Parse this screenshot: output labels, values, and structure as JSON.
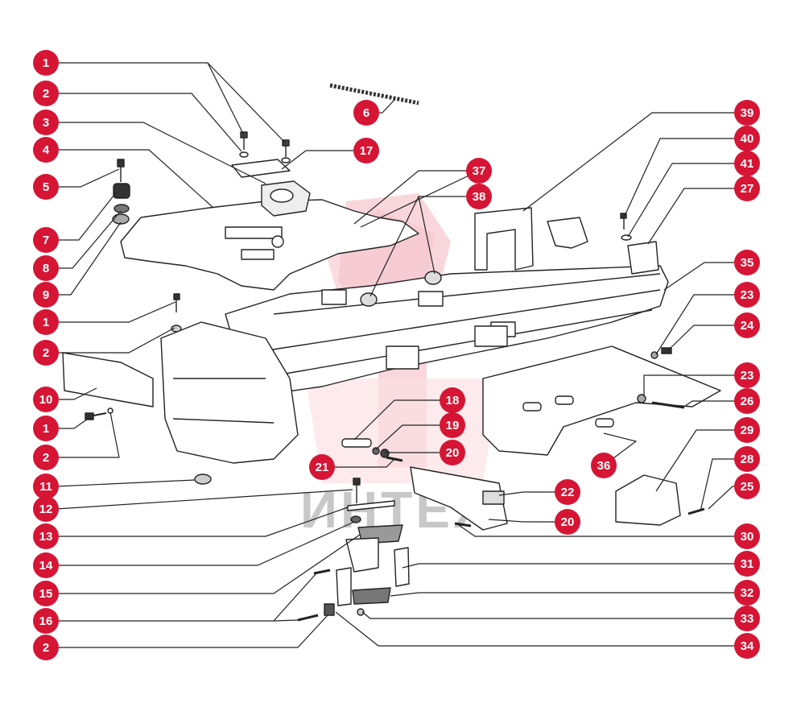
{
  "diagram": {
    "watermark_text": "ИНТЕХ",
    "badge_color": "#d61535",
    "line_color": "#222222",
    "callouts": [
      {
        "id": "c-1a",
        "label": "1",
        "side": "left"
      },
      {
        "id": "c-2a",
        "label": "2",
        "side": "left"
      },
      {
        "id": "c-3",
        "label": "3",
        "side": "left"
      },
      {
        "id": "c-4",
        "label": "4",
        "side": "left"
      },
      {
        "id": "c-5",
        "label": "5",
        "side": "left"
      },
      {
        "id": "c-6",
        "label": "6",
        "side": "inner"
      },
      {
        "id": "c-17",
        "label": "17",
        "side": "inner"
      },
      {
        "id": "c-37",
        "label": "37",
        "side": "inner"
      },
      {
        "id": "c-38",
        "label": "38",
        "side": "inner"
      },
      {
        "id": "c-7",
        "label": "7",
        "side": "left"
      },
      {
        "id": "c-8",
        "label": "8",
        "side": "left"
      },
      {
        "id": "c-9",
        "label": "9",
        "side": "left"
      },
      {
        "id": "c-1b",
        "label": "1",
        "side": "left"
      },
      {
        "id": "c-2b",
        "label": "2",
        "side": "left"
      },
      {
        "id": "c-10",
        "label": "10",
        "side": "left"
      },
      {
        "id": "c-1c",
        "label": "1",
        "side": "left"
      },
      {
        "id": "c-2c",
        "label": "2",
        "side": "left"
      },
      {
        "id": "c-11",
        "label": "11",
        "side": "left"
      },
      {
        "id": "c-12",
        "label": "12",
        "side": "left"
      },
      {
        "id": "c-13",
        "label": "13",
        "side": "left"
      },
      {
        "id": "c-14",
        "label": "14",
        "side": "left"
      },
      {
        "id": "c-15",
        "label": "15",
        "side": "left"
      },
      {
        "id": "c-16",
        "label": "16",
        "side": "left"
      },
      {
        "id": "c-2d",
        "label": "2",
        "side": "left"
      },
      {
        "id": "c-18",
        "label": "18",
        "side": "inner"
      },
      {
        "id": "c-19",
        "label": "19",
        "side": "inner"
      },
      {
        "id": "c-20a",
        "label": "20",
        "side": "inner"
      },
      {
        "id": "c-21",
        "label": "21",
        "side": "inner"
      },
      {
        "id": "c-22",
        "label": "22",
        "side": "inner"
      },
      {
        "id": "c-20b",
        "label": "20",
        "side": "inner"
      },
      {
        "id": "c-36",
        "label": "36",
        "side": "inner"
      },
      {
        "id": "c-39",
        "label": "39",
        "side": "right"
      },
      {
        "id": "c-40",
        "label": "40",
        "side": "right"
      },
      {
        "id": "c-41",
        "label": "41",
        "side": "right"
      },
      {
        "id": "c-27",
        "label": "27",
        "side": "right"
      },
      {
        "id": "c-35",
        "label": "35",
        "side": "right"
      },
      {
        "id": "c-23a",
        "label": "23",
        "side": "right"
      },
      {
        "id": "c-24",
        "label": "24",
        "side": "right"
      },
      {
        "id": "c-23b",
        "label": "23",
        "side": "right"
      },
      {
        "id": "c-26",
        "label": "26",
        "side": "right"
      },
      {
        "id": "c-29",
        "label": "29",
        "side": "right"
      },
      {
        "id": "c-28",
        "label": "28",
        "side": "right"
      },
      {
        "id": "c-25",
        "label": "25",
        "side": "right"
      },
      {
        "id": "c-30",
        "label": "30",
        "side": "right"
      },
      {
        "id": "c-31",
        "label": "31",
        "side": "right"
      },
      {
        "id": "c-32",
        "label": "32",
        "side": "right"
      },
      {
        "id": "c-33",
        "label": "33",
        "side": "right"
      },
      {
        "id": "c-34",
        "label": "34",
        "side": "right"
      }
    ]
  }
}
